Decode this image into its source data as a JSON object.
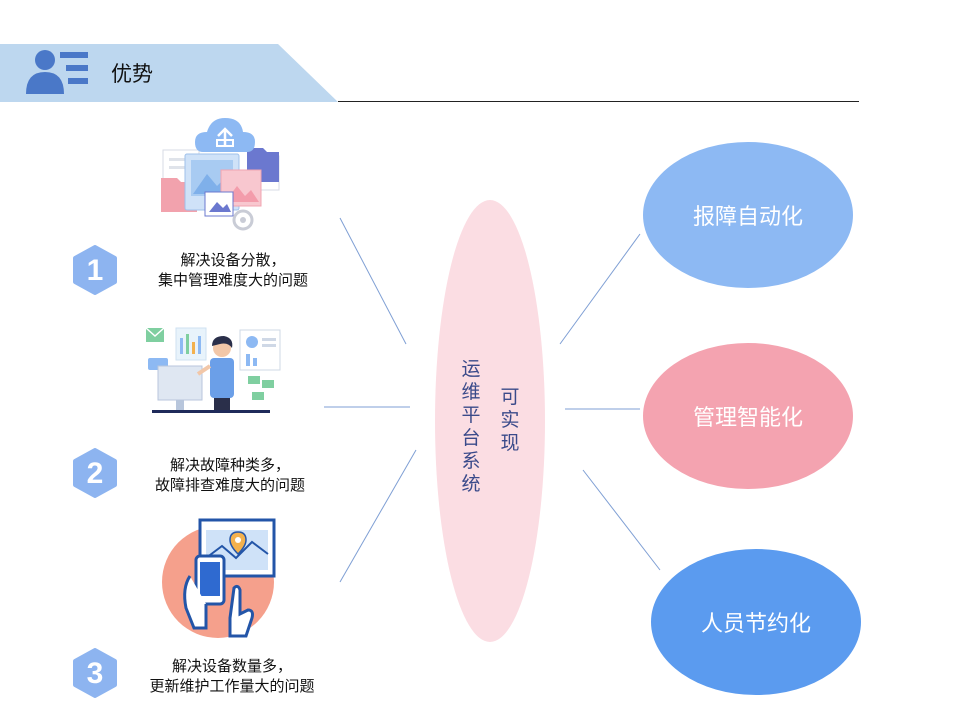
{
  "header": {
    "title": "优势"
  },
  "advantages": [
    {
      "number": "1",
      "line1": "解决设备分散，",
      "line2": "集中管理难度大的问题"
    },
    {
      "number": "2",
      "line1": "解决故障种类多，",
      "line2": "故障排查难度大的问题"
    },
    {
      "number": "3",
      "line1": "解决设备数量多，",
      "line2": "更新维护工作量大的问题"
    }
  ],
  "center": {
    "col1": "运维平台系统",
    "col2": "可实现"
  },
  "outcomes": [
    {
      "label": "报障自动化",
      "color": "#8db9f3"
    },
    {
      "label": "管理智能化",
      "color": "#f4a3b0"
    },
    {
      "label": "人员节约化",
      "color": "#5b9bef"
    }
  ],
  "colors": {
    "header_band": "#bdd7ef",
    "badge": "#8db4f0",
    "line": "#7f9fd4",
    "center_ellipse": "#fbdde3"
  }
}
